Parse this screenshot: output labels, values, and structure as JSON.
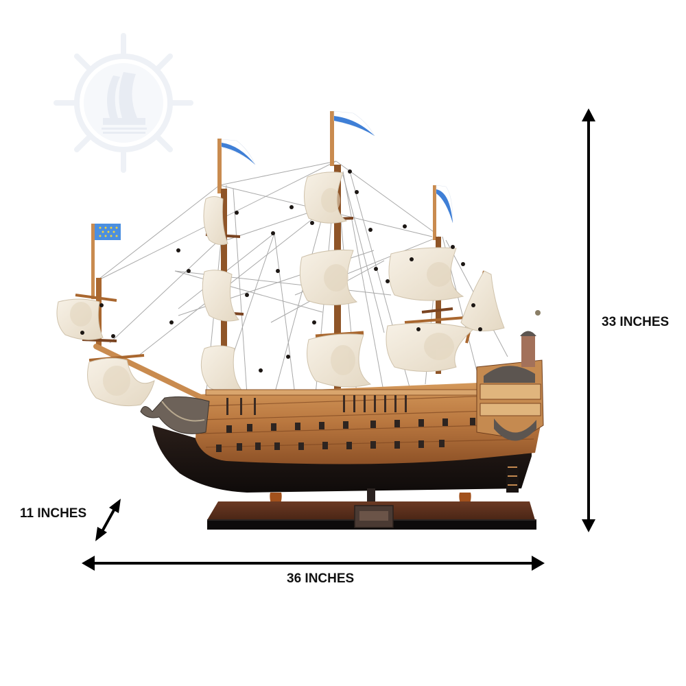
{
  "product": {
    "subject": "Wooden tall ship model with sails, rigging and display base",
    "watermark": "ship-wheel-logo"
  },
  "dimensions": {
    "height_label": "33 INCHES",
    "width_label": "36 INCHES",
    "depth_label": "11 INCHES"
  },
  "colors": {
    "background": "#ffffff",
    "arrow": "#000000",
    "hull_wood": "#b9773f",
    "hull_dark": "#1a1412",
    "sail": "#efe6d6",
    "mast": "#c98b4f",
    "base_top": "#5a2e1c",
    "base_edge": "#0d0b0b",
    "pennant_blue": "#3f7fd6",
    "flag_blue": "#4b8fe0",
    "watermark": "#eef1f6"
  }
}
